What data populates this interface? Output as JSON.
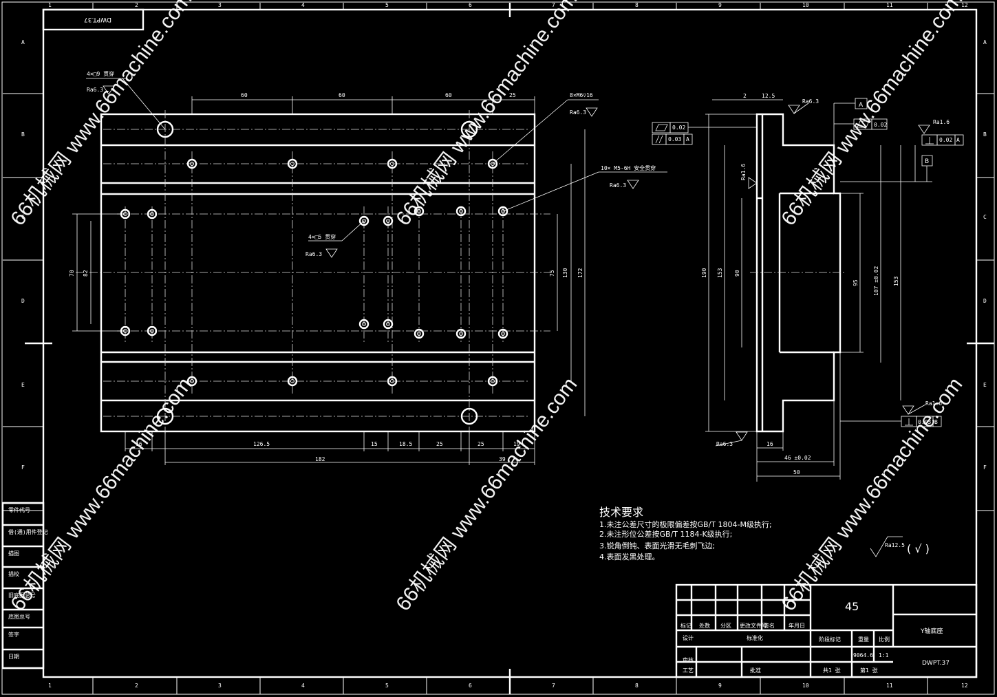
{
  "drawing": {
    "code_box": "DWPT.37",
    "zone_numbers": [
      "1",
      "2",
      "3",
      "4",
      "5",
      "6",
      "7",
      "8",
      "9",
      "10",
      "11",
      "12"
    ],
    "zone_letters": [
      "A",
      "B",
      "C",
      "D",
      "E",
      "F"
    ]
  },
  "front_view": {
    "top_dims": [
      "60",
      "60",
      "60",
      "25"
    ],
    "bottom_dims": [
      "16",
      "126.5",
      "15",
      "18.5",
      "25",
      "25",
      "19"
    ],
    "overall_bottom": "182",
    "bottom_right": "39",
    "left_dims": [
      "70",
      "82"
    ],
    "right_dims": [
      "75",
      "130",
      "172"
    ],
    "callouts": [
      {
        "text": "4×□9 贯穿",
        "rough": "Ra6.3"
      },
      {
        "text": "8×M6▽16",
        "rough": "Ra6.3"
      },
      {
        "text": "10× M5-6H 安全贯穿",
        "rough": "Ra6.3"
      },
      {
        "text": "4×□5 贯穿",
        "rough": "Ra6.3"
      }
    ]
  },
  "side_view": {
    "top_dims": [
      "2",
      "12.5"
    ],
    "rough_top": "Ra6.3",
    "left_dims": [
      "190",
      "153",
      "90"
    ],
    "right_dims": [
      "95",
      "107 ±0.02",
      "153"
    ],
    "bottom_dims": [
      "16",
      "46 ±0.02",
      "50"
    ],
    "rough_bottom": "Ra6.3",
    "rough_left": "Ra1.6",
    "rough_right_a": "Ra1.6",
    "rough_right_b": "Ra1.6",
    "datum_a": "A",
    "datum_b": "B",
    "tol_flat": "0.02",
    "tol_par": "0.03",
    "tol_par_ref": "A",
    "tol_flat2": "0.02",
    "tol_perp": "0.02",
    "tol_perp_ref": "A",
    "tol_perp2": "0.03",
    "tol_perp2_ref": "B"
  },
  "tech_notes": {
    "title": "技术要求",
    "lines": [
      "1.未注公差尺寸的极限偏差按GB/T 1804-M级执行;",
      "2.未注形位公差按GB/T 1184-K级执行;",
      "3.锐角倒钝、表面光滑无毛刺飞边;",
      "4.表面发黑处理。"
    ],
    "general_rough": "Ra12.5",
    "general_rough_sym": "( √ )"
  },
  "left_strip": [
    "零件代号",
    "借(通)用件登记",
    "描图",
    "描校",
    "旧底图总号",
    "底图总号",
    "签字",
    "日期"
  ],
  "title_block": {
    "material": "45",
    "part_name": "Y轴底座",
    "drawing_no": "DWPT.37",
    "headers": [
      "标记",
      "处数",
      "分区",
      "更改文件号",
      "签名",
      "年月日"
    ],
    "design": "设计",
    "standard": "标准化",
    "stage": "阶段标记",
    "weight": "重量",
    "scale": "比例",
    "weight_val": "9064.6",
    "scale_val": "1:1",
    "review": "审核",
    "process": "工艺",
    "approve": "批准",
    "total": "共1 张",
    "sheet": "第1 张"
  },
  "watermark": {
    "text": "66机械网 www.66machine.com"
  }
}
